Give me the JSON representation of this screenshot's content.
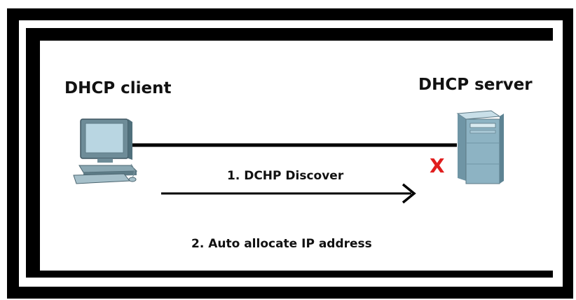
{
  "nodes": {
    "client": {
      "label": "DHCP client"
    },
    "server": {
      "label": "DHCP server"
    }
  },
  "steps": [
    {
      "label": "1. DCHP Discover"
    },
    {
      "label": "2. Auto allocate IP address"
    }
  ],
  "failure_mark": "X",
  "colors": {
    "frame": "#000000",
    "line": "#000000",
    "fail": "#e01e1e",
    "server_body": "#7fa8b8",
    "pc_body": "#8ab0c0"
  }
}
